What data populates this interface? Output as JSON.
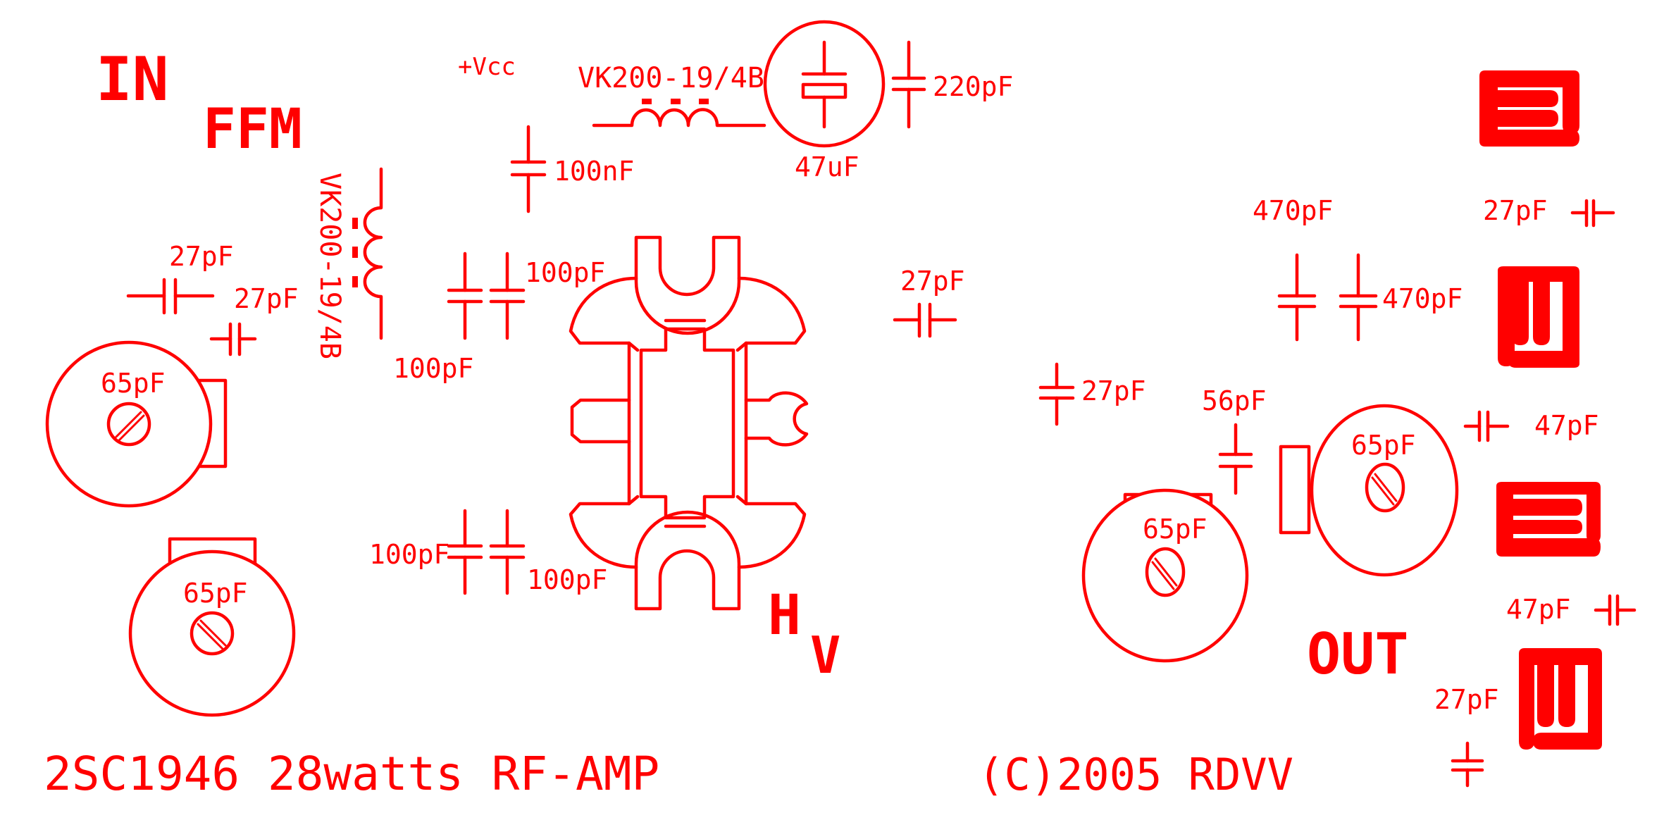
{
  "title": "2SC1946 28watts RF-AMP",
  "copyright": "(C)2005 RDVV",
  "color": "#ff0000",
  "labels": {
    "in": "IN",
    "ffm": "FFM",
    "vcc": "+Vcc",
    "out": "OUT",
    "hv_h": "H",
    "hv_v": "V"
  },
  "components": {
    "choke_top": "VK200-19/4B",
    "choke_left": "VK200-19/4B",
    "c_47uF": "47uF",
    "c_220pF": "220pF",
    "c_100nF": "100nF",
    "c_100pF_a": "100pF",
    "c_100pF_b": "100pF",
    "c_100pF_c": "100pF",
    "c_100pF_d": "100pF",
    "c_27pF_in_a": "27pF",
    "c_27pF_in_b": "27pF",
    "trim_in_a": "65pF",
    "trim_in_b": "65pF",
    "c_27pF_mid": "27pF",
    "c_27pF_out_a": "27pF",
    "c_56pF": "56pF",
    "trim_out_a": "65pF",
    "trim_out_b": "65pF",
    "c_470pF_a": "470pF",
    "c_470pF_b": "470pF",
    "c_27pF_r1": "27pF",
    "c_47pF_r1": "47pF",
    "c_47pF_r2": "47pF",
    "c_27pF_r2": "27pF"
  }
}
